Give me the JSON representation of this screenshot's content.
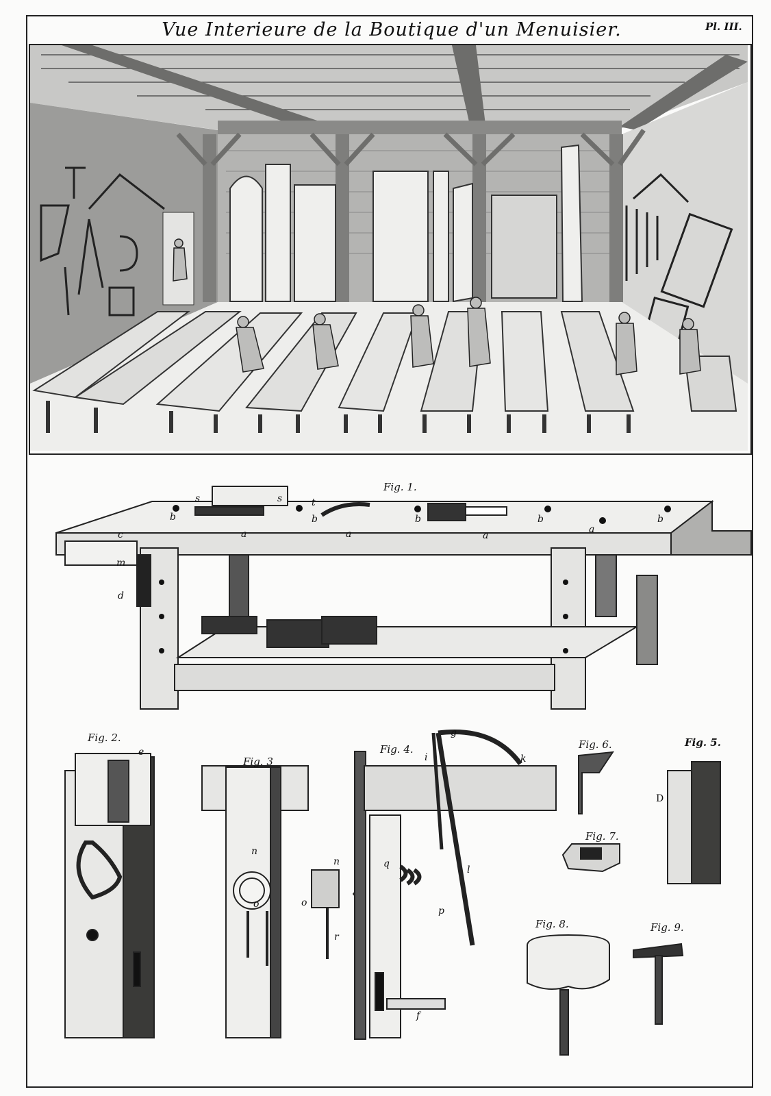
{
  "plate": {
    "title": "Vue Interieure de la Boutique d'un Menuisier.",
    "plate_no": "Pl. III."
  },
  "figures": {
    "fig1": "Fig. 1.",
    "fig2": "Fig. 2.",
    "fig3": "Fig. 3",
    "fig4": "Fig. 4.",
    "fig5": "Fig. 5.",
    "fig6": "Fig. 6.",
    "fig7": "Fig. 7.",
    "fig8": "Fig. 8.",
    "fig9": "Fig. 9."
  },
  "letters": {
    "s1": "s",
    "s2": "s",
    "t": "t",
    "b1": "b",
    "b2": "b",
    "b3": "b",
    "b4": "b",
    "b5": "b",
    "a1": "a",
    "a2": "a",
    "a3": "a",
    "a4": "a",
    "c": "c",
    "m": "m",
    "d": "d",
    "e": "e",
    "g": "g",
    "i": "i",
    "k": "k",
    "l": "l",
    "n1": "n",
    "n2": "n",
    "o1": "o",
    "o2": "o",
    "q": "q",
    "p": "p",
    "r": "r",
    "f": "f",
    "D": "D"
  }
}
